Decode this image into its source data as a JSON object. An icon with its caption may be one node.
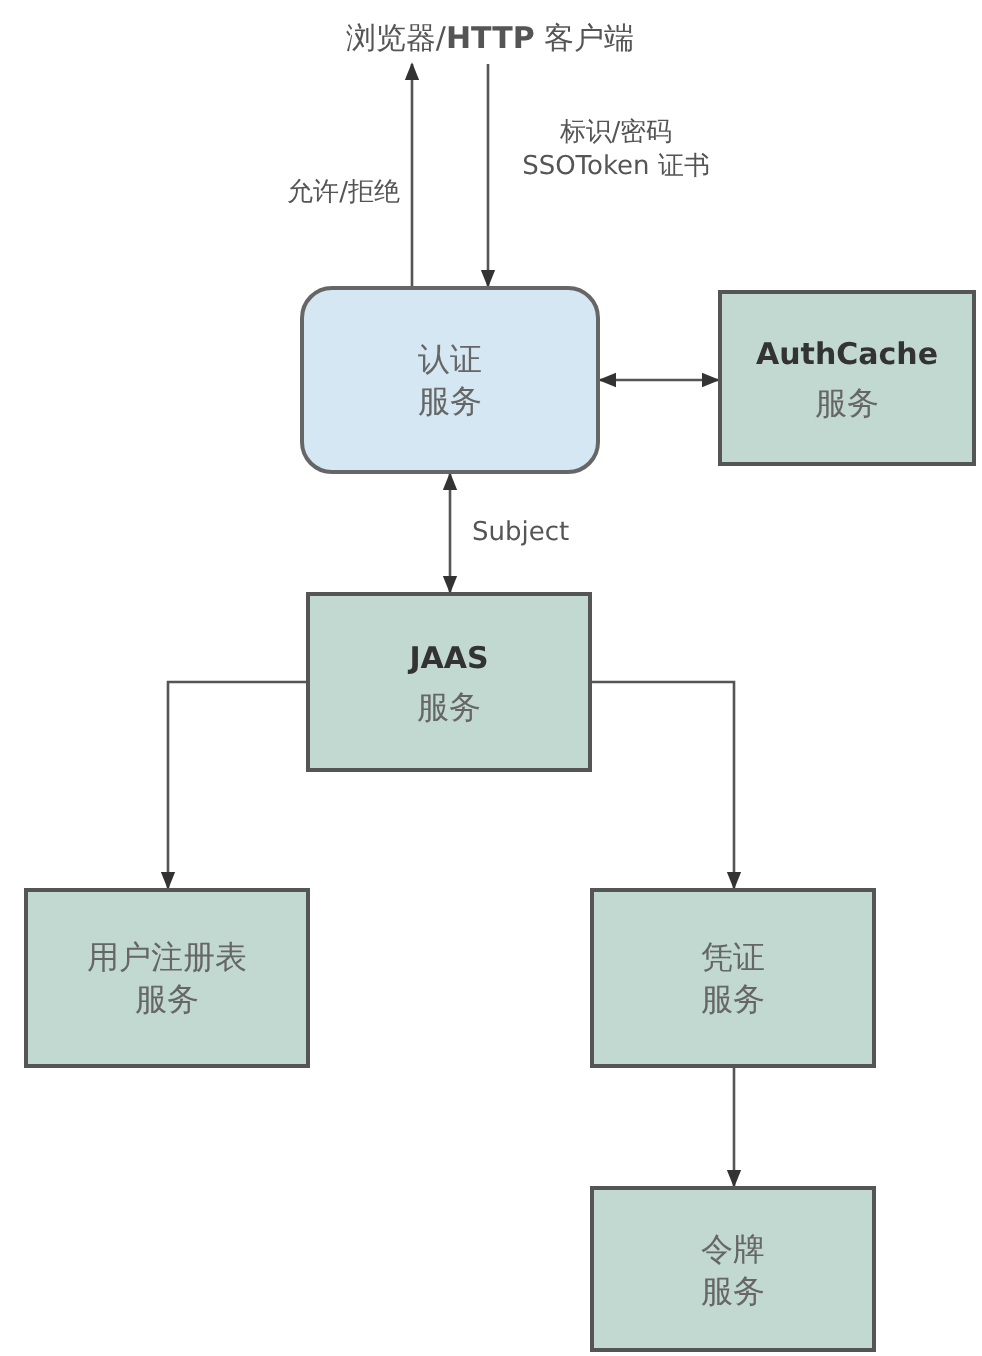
{
  "diagram": {
    "nodes": [
      {
        "text": [
          "浏览器/**HTTP** 客户端"
        ]
      },
      {
        "text": [
          "认证服务"
        ]
      },
      {
        "text": [
          "AuthCache",
          "服务"
        ]
      },
      {
        "text": [
          "JAAS",
          "服务"
        ]
      },
      {
        "text": [
          "用户注册表服务"
        ]
      },
      {
        "text": [
          "凭证服务"
        ]
      },
      {
        "text": [
          "令牌服务"
        ]
      }
    ],
    "edges": [
      {
        "from": 1,
        "to": 0,
        "arrow": "to",
        "label": "允许/拒绝"
      },
      {
        "from": 0,
        "to": 1,
        "arrow": "to",
        "label": "标识/密码 SSOToken 证书"
      },
      {
        "from": 1,
        "to": 2,
        "arrow": "both"
      },
      {
        "from": 1,
        "to": 3,
        "arrow": "both",
        "label": "Subject"
      },
      {
        "from": 3,
        "to": 4,
        "arrow": "to"
      },
      {
        "from": 3,
        "to": 5,
        "arrow": "to"
      },
      {
        "from": 5,
        "to": 6,
        "arrow": "to"
      }
    ]
  }
}
